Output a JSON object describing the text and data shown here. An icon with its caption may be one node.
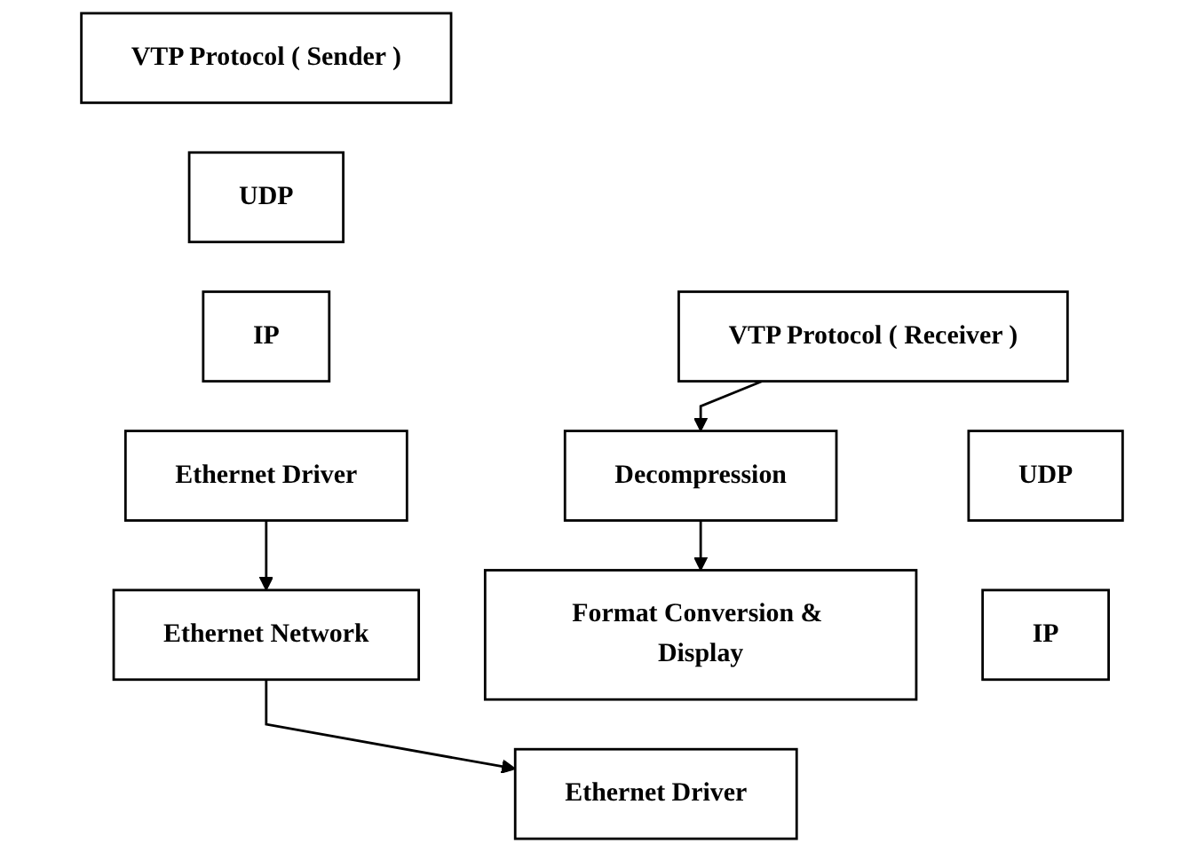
{
  "diagram": {
    "nodes": [
      {
        "text": [
          "VTP Protocol ( Sender )"
        ]
      },
      {
        "text": [
          "UDP"
        ]
      },
      {
        "text": [
          "IP"
        ]
      },
      {
        "text": [
          "Ethernet Driver"
        ]
      },
      {
        "text": [
          "VTP Protocol ( Receiver )"
        ]
      },
      {
        "text": [
          "UDP"
        ]
      },
      {
        "text": [
          "IP"
        ]
      },
      {
        "text": [
          "Ethernet Driver"
        ]
      },
      {
        "text": [
          "Decompression"
        ]
      },
      {
        "text": [
          "Format Conversion & Display"
        ]
      },
      {
        "text": [
          "Ethernet Network"
        ]
      }
    ],
    "edges": [
      {
        "from": 3,
        "to": 10,
        "arrow": "to"
      },
      {
        "from": 10,
        "to": 7,
        "arrow": "to"
      },
      {
        "from": 4,
        "to": 8,
        "arrow": "to"
      },
      {
        "from": 8,
        "to": 9,
        "arrow": "to"
      }
    ]
  }
}
